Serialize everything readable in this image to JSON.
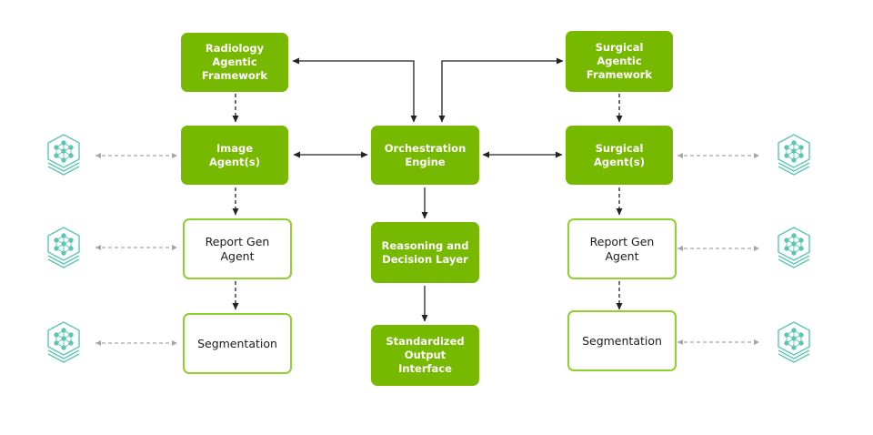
{
  "boxes": {
    "radiology_framework": "Radiology\nAgentic\nFramework",
    "surgical_framework": "Surgical\nAgentic\nFramework",
    "image_agents": "Image\nAgent(s)",
    "orchestration_engine": "Orchestration\nEngine",
    "surgical_agents": "Surgical\nAgent(s)",
    "report_gen_left": "Report Gen\nAgent",
    "reasoning_decision": "Reasoning and\nDecision Layer",
    "report_gen_right": "Report Gen\nAgent",
    "segmentation_left": "Segmentation",
    "standardized_output": "Standardized\nOutput\nInterface",
    "segmentation_right": "Segmentation"
  },
  "icons": {
    "model_icon": "neural-network-model-icon"
  },
  "colors": {
    "box_fill": "#76b900",
    "box_outline": "#8fcf2e",
    "icon_teal": "#5cc6b4",
    "arrow_dark": "#222222",
    "arrow_dashed_gray": "#a6a6a6"
  }
}
